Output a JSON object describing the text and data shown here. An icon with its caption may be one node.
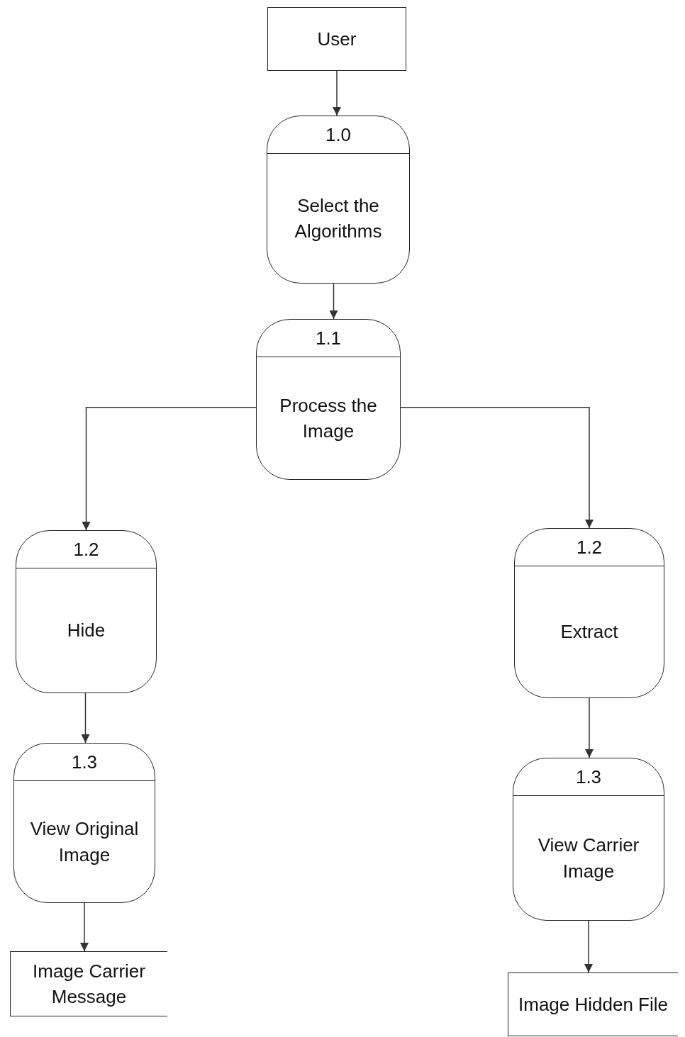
{
  "diagram": {
    "nodes": [
      {
        "text": [
          "User"
        ]
      },
      {
        "text": [
          "1.0",
          "Select the Algorithms"
        ]
      },
      {
        "text": [
          "1.1",
          "Process the Image"
        ]
      },
      {
        "text": [
          "1.2",
          "Hide"
        ]
      },
      {
        "text": [
          "1.2",
          "Extract"
        ]
      },
      {
        "text": [
          "1.3",
          "View Original Image"
        ]
      },
      {
        "text": [
          "1.3",
          "View Carrier Image"
        ]
      },
      {
        "text": [
          "Image Carrier Message"
        ]
      },
      {
        "text": [
          "Image Hidden File"
        ]
      }
    ],
    "edges": [
      {
        "from": 0,
        "to": 1,
        "arrow": "to"
      },
      {
        "from": 1,
        "to": 2,
        "arrow": "to"
      },
      {
        "from": 2,
        "to": 3,
        "arrow": "to"
      },
      {
        "from": 2,
        "to": 4,
        "arrow": "to"
      },
      {
        "from": 3,
        "to": 5,
        "arrow": "to"
      },
      {
        "from": 4,
        "to": 6,
        "arrow": "to"
      },
      {
        "from": 5,
        "to": 7,
        "arrow": "to"
      },
      {
        "from": 6,
        "to": 8,
        "arrow": "to"
      }
    ]
  }
}
